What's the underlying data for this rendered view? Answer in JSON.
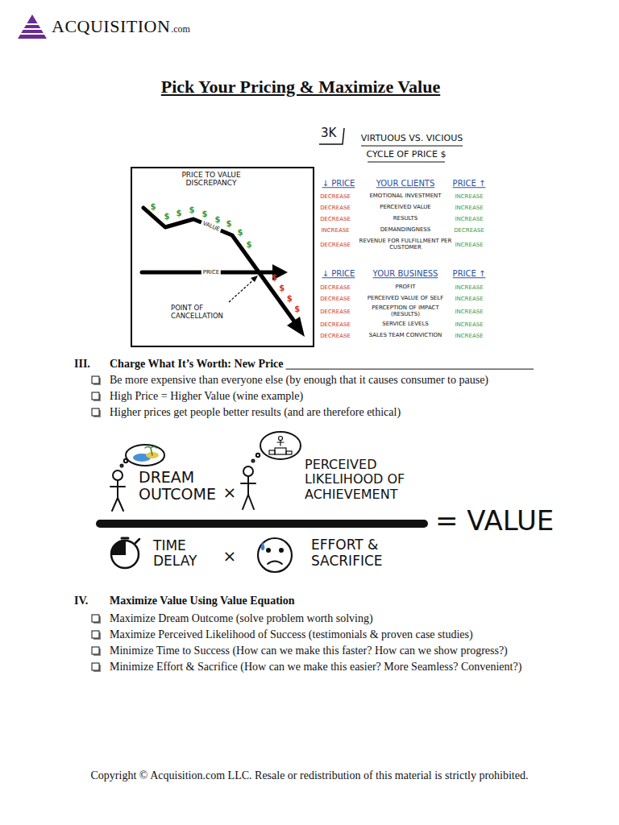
{
  "diagram": {
    "title": "Pick Your Pricing & Maximize Value",
    "labels": [
      "ACQUISITION",
      ".com",
      "PRICE TO VALUE DISCREPANCY",
      "VALUE",
      "PRICE",
      "POINT OF CANCELLATION",
      "$",
      "$",
      "$",
      "$",
      "$",
      "$",
      "$",
      "$",
      "$",
      "$",
      "$",
      "$",
      "$",
      "3K",
      "VIRTUOUS VS. VICIOUS",
      "CYCLE OF PRICE $",
      "↓ PRICE",
      "YOUR CLIENTS",
      "PRICE ↑",
      "DECREASE",
      "EMOTIONAL INVESTMENT",
      "INCREASE",
      "DECREASE",
      "PERCEIVED VALUE",
      "INCREASE",
      "DECREASE",
      "RESULTS",
      "INCREASE",
      "INCREASE",
      "DEMANDINGNESS",
      "DECREASE",
      "DECREASE",
      "REVENUE FOR FULFILLMENT PER CUSTOMER",
      "INCREASE",
      "↓ PRICE",
      "YOUR BUSINESS",
      "PRICE ↑",
      "DECREASE",
      "PROFIT",
      "INCREASE",
      "DECREASE",
      "PERCEIVED VALUE OF SELF",
      "INCREASE",
      "DECREASE",
      "PERCEPTION OF IMPACT (RESULTS)",
      "INCREASE",
      "DECREASE",
      "SERVICE LEVELS",
      "INCREASE",
      "DECREASE",
      "SALES TEAM CONVICTION",
      "INCREASE",
      "III.",
      "Charge What It’s Worth: New Price",
      "Be more expensive than everyone else (by enough that it causes consumer to pause)",
      "High Price = Higher Value (wine example)",
      "Higher prices get people better results (and are therefore ethical)",
      "DREAM OUTCOME",
      "×",
      "PERCEIVED LIKELIHOOD OF ACHIEVEMENT",
      "= VALUE",
      "TIME DELAY",
      "×",
      "EFFORT & SACRIFICE",
      "IV.",
      "Maximize Value Using Value Equation",
      "Maximize Dream Outcome (solve problem worth solving)",
      "Maximize Perceived Likelihood of Success (testimonials & proven case studies)",
      "Minimize Time to Success (How can we make this faster? How can we show progress?)",
      "Minimize Effort & Sacrifice (How can we make this easier? More Seamless? Convenient?)",
      "Copyright © Acquisition.com LLC. Resale or redistribution of this material is strictly prohibited."
    ]
  }
}
